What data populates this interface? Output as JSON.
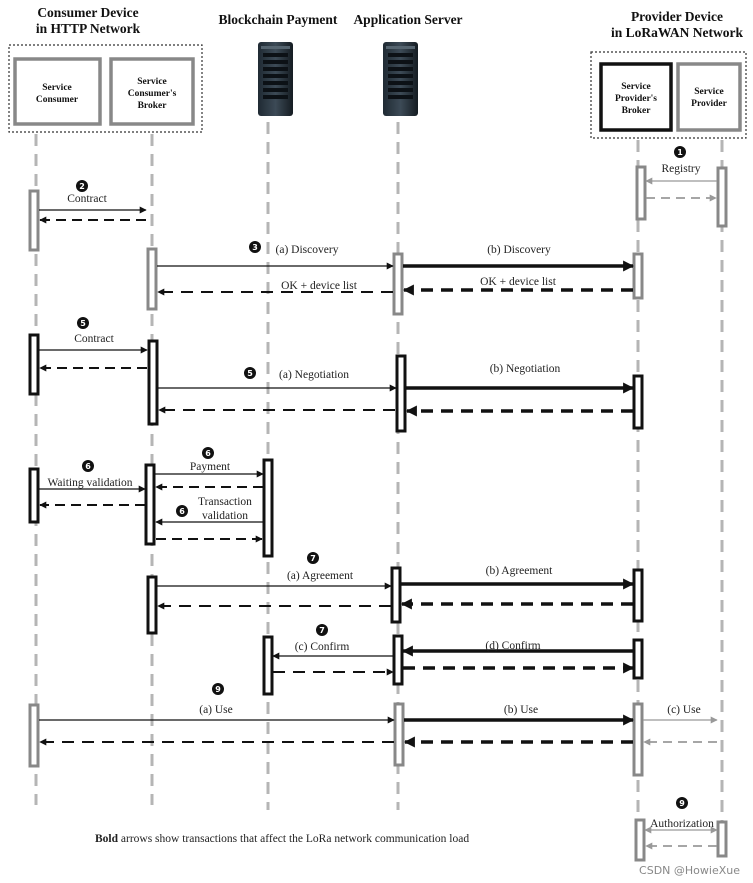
{
  "headers": {
    "consumer_line1": "Consumer  Device",
    "consumer_line2": "in HTTP Network",
    "blockchain": "Blockchain Payment",
    "appserver": "Application  Server",
    "provider_line1": "Provider  Device",
    "provider_line2": "in LoRaWAN Network"
  },
  "boxes": {
    "service_consumer": [
      "Service",
      "Consumer"
    ],
    "consumer_broker": [
      "Service",
      "Consumer's",
      "Broker"
    ],
    "provider_broker": [
      "Service",
      "Provider's",
      "Broker"
    ],
    "service_provider": [
      "Service",
      "Provider"
    ]
  },
  "steps": {
    "s1": "1",
    "s2": "2",
    "s3": "3",
    "s5a": "5",
    "s5b": "5",
    "s6a": "6",
    "s6b": "6",
    "s6c": "6",
    "s7a": "7",
    "s7b": "7",
    "s9a": "9",
    "s9b": "9"
  },
  "labels": {
    "registry": "Registry",
    "contract_2": "Contract",
    "discovery_a": "(a) Discovery",
    "discovery_b": "(b) Discovery",
    "ok_device_list_a": "OK + device list",
    "ok_device_list_b": "OK + device list",
    "contract_5": "Contract",
    "negotiation_a": "(a) Negotiation",
    "negotiation_b": "(b)  Negotiation",
    "waiting_validation": "Waiting validation",
    "payment": "Payment",
    "transaction": "Transaction",
    "validation": "validation",
    "agreement_a": "(a) Agreement",
    "agreement_b": "(b)  Agreement",
    "confirm_c": "(c) Confirm",
    "confirm_d": "(d)  Confirm",
    "use_a": "(a) Use",
    "use_b": "(b)  Use",
    "use_c": "(c)  Use",
    "authorization": "Authorization"
  },
  "footnote": {
    "bold": "Bold",
    "rest": " arrows show transactions that affect the LoRa network communication load"
  },
  "watermark": "CSDN @HowieXue"
}
